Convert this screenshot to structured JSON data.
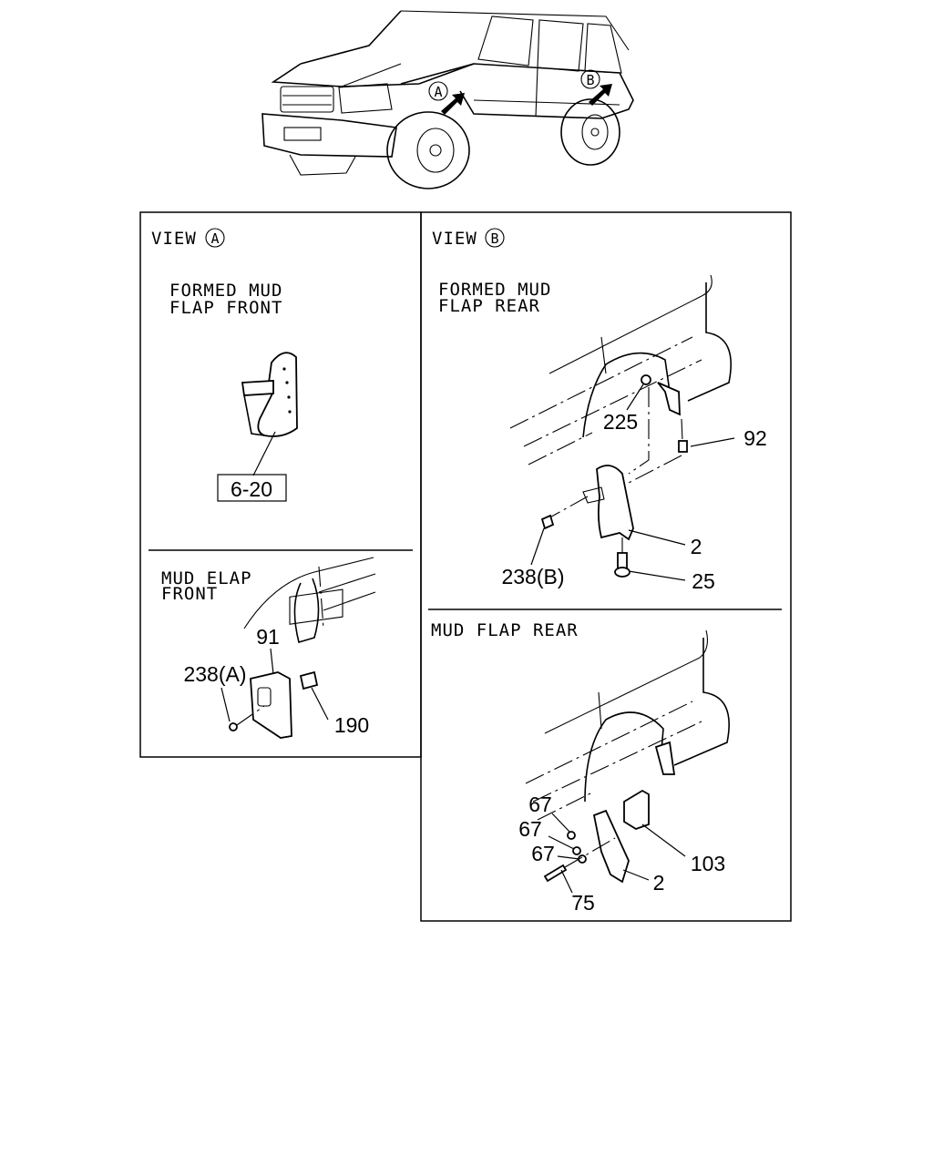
{
  "diagram": {
    "vehicle_markers": [
      {
        "id": "A",
        "letter": "A"
      },
      {
        "id": "B",
        "letter": "B"
      }
    ],
    "panels": {
      "view_a": {
        "view_text": "VIEW",
        "view_letter": "A",
        "section_title_line1": "FORMED MUD",
        "section_title_line2": "FLAP FRONT",
        "ref_box": "6-20"
      },
      "mud_flap_front": {
        "title_line1": "MUD ELAP",
        "title_line2": "FRONT",
        "callouts": {
          "c91": "91",
          "c238a": "238(A)",
          "c190": "190"
        }
      },
      "view_b": {
        "view_text": "VIEW",
        "view_letter": "B",
        "section_title_line1": "FORMED MUD",
        "section_title_line2": "FLAP REAR",
        "callouts": {
          "c225": "225",
          "c92": "92",
          "c2": "2",
          "c238b": "238(B)",
          "c25": "25"
        }
      },
      "mud_flap_rear": {
        "title": "MUD FLAP REAR",
        "callouts": {
          "c67a": "67",
          "c67b": "67",
          "c67c": "67",
          "c103": "103",
          "c2": "2",
          "c75": "75"
        }
      }
    }
  }
}
